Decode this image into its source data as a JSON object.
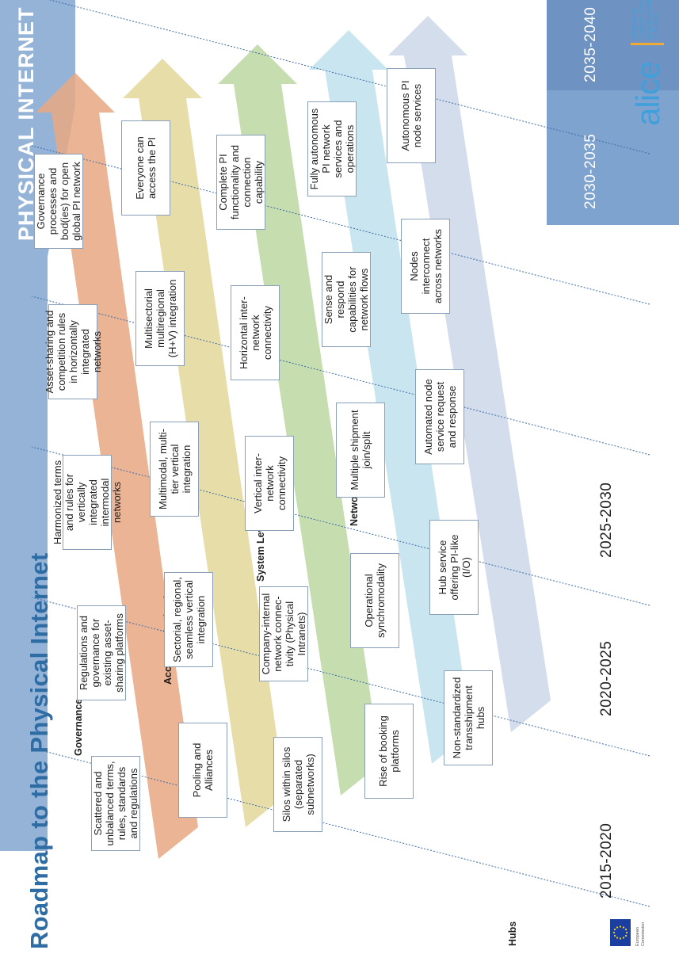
{
  "title": "Roadmap to the Physical Internet",
  "band_label": "PHYSICAL INTERNET",
  "logo": {
    "word": "alice",
    "tagline": [
      "Alliance for",
      "Logistics Innovation",
      "through Collaboration",
      "in Europe"
    ]
  },
  "ec_logo": {
    "text": [
      "European",
      "Commission"
    ]
  },
  "years": [
    "2015-2020",
    "2020-2025",
    "2025-2030",
    "2030-2035",
    "2035-2040"
  ],
  "lanes": [
    {
      "key": "governance",
      "label": "Governance",
      "color": "#e8a882"
    },
    {
      "key": "access",
      "label": "Access and Adoption",
      "color": "#e3d79a"
    },
    {
      "key": "system",
      "label": "System Level Functionality",
      "color": "#bcd7a1"
    },
    {
      "key": "networks",
      "label": "Networks",
      "color": "#bfe1ec"
    },
    {
      "key": "hubs",
      "label": "Hubs",
      "color": "#cbd7e8"
    }
  ],
  "colors": {
    "pi_band": "#95b3d7",
    "title": "#2e6ca4",
    "year_dark": "#1f1f1f",
    "year_light": "#ffffff",
    "alice": "#3fa0dc",
    "alice_bar": "#f2a933"
  },
  "boxes": {
    "governance": [
      "Scattered and unbalanced terms, rules, standards and regulations",
      "Regulations and governance for existing asset-sharing platforms",
      "Harmonized terms and rules for vertically integrated intermodal networks",
      "Asset-sharing and competition rules in horizontally integrated networks",
      "Governance processes and bod(ies) for open global PI network"
    ],
    "access": [
      "Pooling and Alliances",
      "Sectorial, regional, seamless vertical integration",
      "Multimodal, multi-tier vertical integration",
      "Multisectorial multiregional (H+V) integration",
      "Everyone can access the PI"
    ],
    "system": [
      "Silos within silos (separated subnetworks)",
      "Company-internal network connec-tivity (Physical Intranets)",
      "Vertical inter-network connectivity",
      "Horizontal inter-network connectivity",
      "Complete PI functionality and connection capability"
    ],
    "networks": [
      "Rise of booking platforms",
      "Operational synchromodality",
      "Multiple shipment join/split",
      "Sense and respond capabilities for network flows",
      "Fully autonomous PI network services and operations"
    ],
    "hubs": [
      "Non-standardized transshipment hubs",
      "Hub service offering PI-like (I/O)",
      "Automated node service request and response",
      "Nodes interconnect across networks",
      "Autonomous PI node services"
    ]
  }
}
